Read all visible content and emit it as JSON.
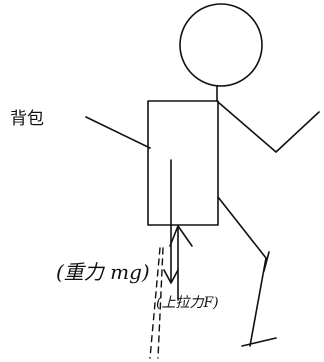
{
  "labels": {
    "backpack": "背包",
    "gravity": "(重力 mg)",
    "tension": "(上拉力F)"
  }
}
